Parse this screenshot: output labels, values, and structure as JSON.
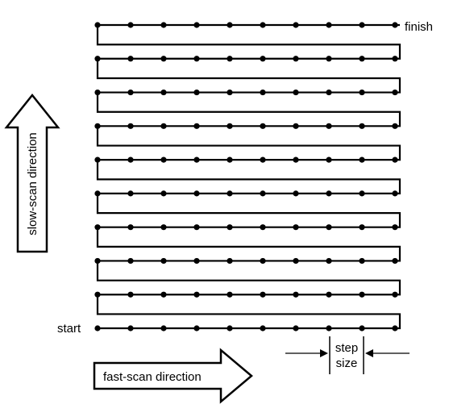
{
  "labels": {
    "finish": "finish",
    "start": "start",
    "slow_scan": "slow-scan direction",
    "fast_scan": "fast-scan direction",
    "step_line1": "step",
    "step_line2": "size"
  },
  "raster": {
    "rows": 10,
    "points_per_row": 10
  },
  "colors": {
    "line": "#000000",
    "background": "#ffffff"
  }
}
